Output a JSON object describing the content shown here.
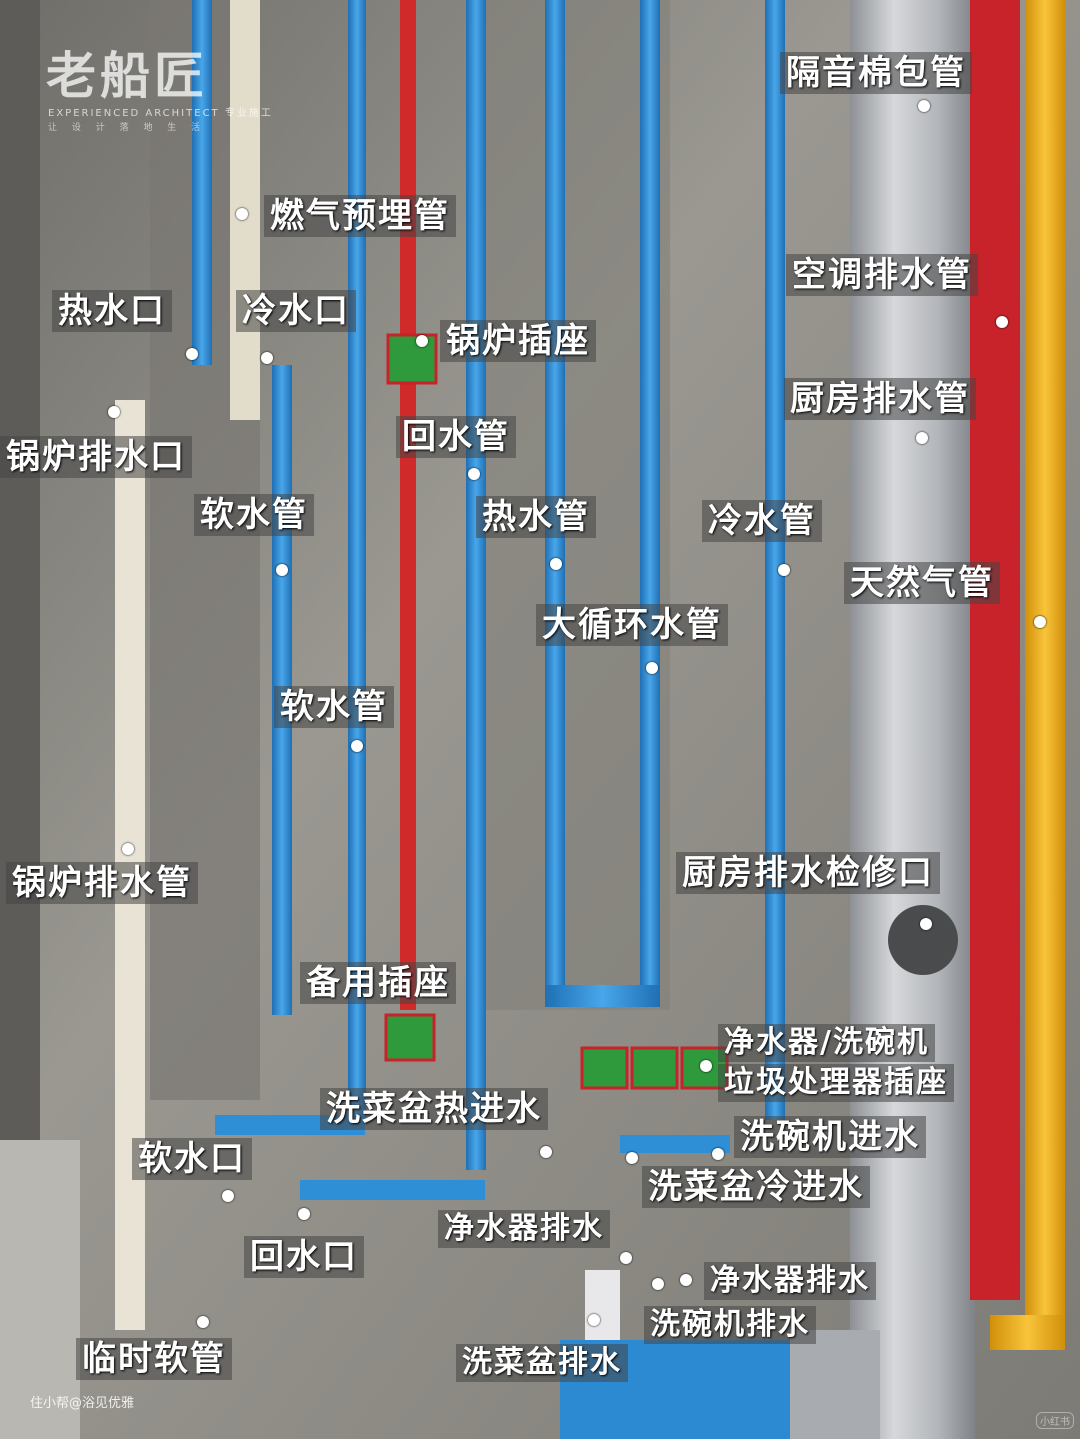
{
  "watermark": {
    "brand": "老船匠",
    "subtitle": "EXPERIENCED ARCHITECT 专业施工",
    "tagline": "让 设 计 落 地 生 活"
  },
  "credit": "住小帮@浴见优雅",
  "corner_mark": "小红书",
  "labels": {
    "gas_embedded_pipe": "燃气预埋管",
    "hot_water_outlet": "热水口",
    "cold_water_outlet": "冷水口",
    "boiler_socket": "锅炉插座",
    "boiler_drain_outlet": "锅炉排水口",
    "return_water_pipe": "回水管",
    "soft_water_pipe_top": "软水管",
    "hot_water_pipe": "热水管",
    "cold_water_pipe": "冷水管",
    "big_circulation_pipe": "大循环水管",
    "soft_water_pipe_mid": "软水管",
    "boiler_drain_pipe": "锅炉排水管",
    "spare_socket": "备用插座",
    "sink_hot_inlet": "洗菜盆热进水",
    "soft_water_outlet": "软水口",
    "return_water_outlet": "回水口",
    "temporary_hose": "临时软管",
    "soundproof_wrapped_pipe": "隔音棉包管",
    "ac_drain_pipe": "空调排水管",
    "kitchen_drain_pipe": "厨房排水管",
    "natural_gas_pipe": "天然气管",
    "kitchen_drain_cleanout": "厨房排水检修口",
    "purifier_dishwasher": "净水器/洗碗机",
    "disposer_socket": "垃圾处理器插座",
    "dishwasher_inlet": "洗碗机进水",
    "sink_cold_inlet": "洗菜盆冷进水",
    "purifier_drain_left": "净水器排水",
    "purifier_drain_right": "净水器排水",
    "dishwasher_drain": "洗碗机排水",
    "sink_drain": "洗菜盆排水"
  },
  "colors": {
    "wall": "#8d8c86",
    "pipe_blue": "#2f8fd6",
    "pipe_red": "#cf2427",
    "pipe_white": "#e9e4d6",
    "gas_yellow": "#f2b416",
    "insulation_silver": "#b9bcc0",
    "socket_green": "#2f9a3b"
  }
}
